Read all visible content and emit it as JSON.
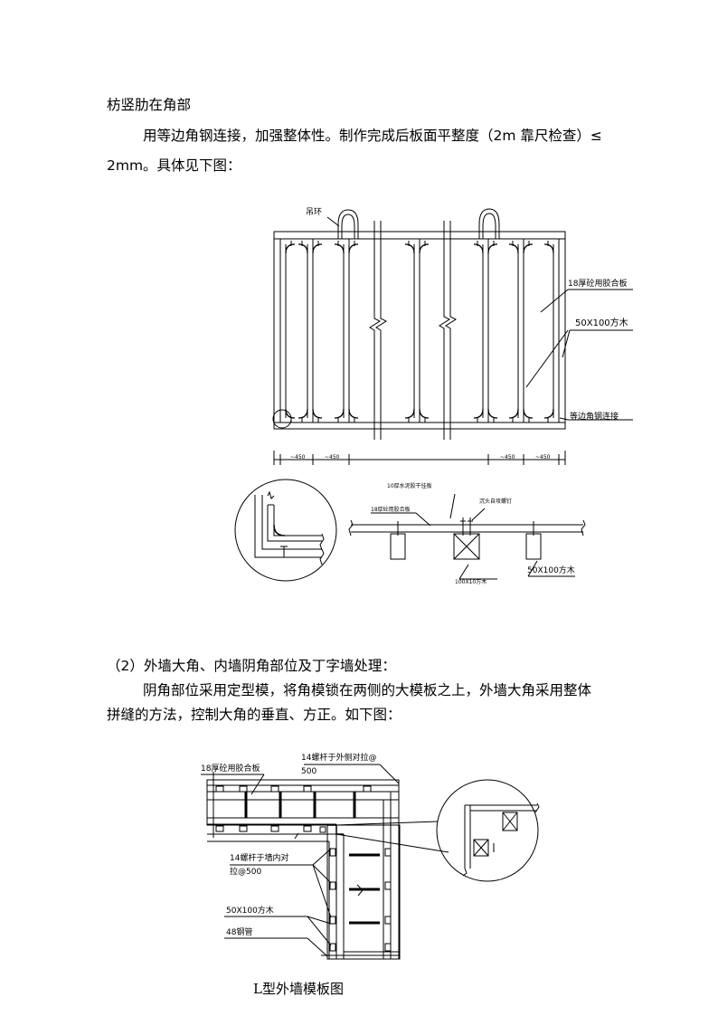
{
  "paragraphs": {
    "p1": "枋竖肋在角部",
    "p2": "用等边角钢连接，加强整体性。制作完成后板面平整度（2m 靠尺检查）≤",
    "p3": "2mm。具体见下图：",
    "p4": "（2）外墙大角、内墙阴角部位及丁字墙处理：",
    "p5": "阴角部位采用定型模，将角模锁在两侧的大模板之上，外墙大角采用整体",
    "p6": "拼缝的方法，控制大角的垂直、方正。如下图："
  },
  "figure1": {
    "hanging_ring": "吊环",
    "plywood": "18厚砼用胶合板",
    "timber": "50X100方木",
    "angle_steel": "等边角钢连接",
    "dim": "~450",
    "section_waterproof": "10厚水泥胶干挂板",
    "section_plywood": "18厚砼用胶合板",
    "section_screw": "沉头自攻螺钉",
    "section_timber_large": "100X10方木",
    "section_timber": "50X100方木"
  },
  "figure2": {
    "plywood": "18厚砼用胶合板",
    "bolt_outer_line1": "14螺杆于外侧对拉@",
    "bolt_outer_line2": "500",
    "bolt_inner_line1": "14螺杆于墙内对",
    "bolt_inner_line2": "拉@500",
    "timber": "50X100方木",
    "steel_pipe": "48钢管",
    "caption": "L型外墙模板图"
  }
}
